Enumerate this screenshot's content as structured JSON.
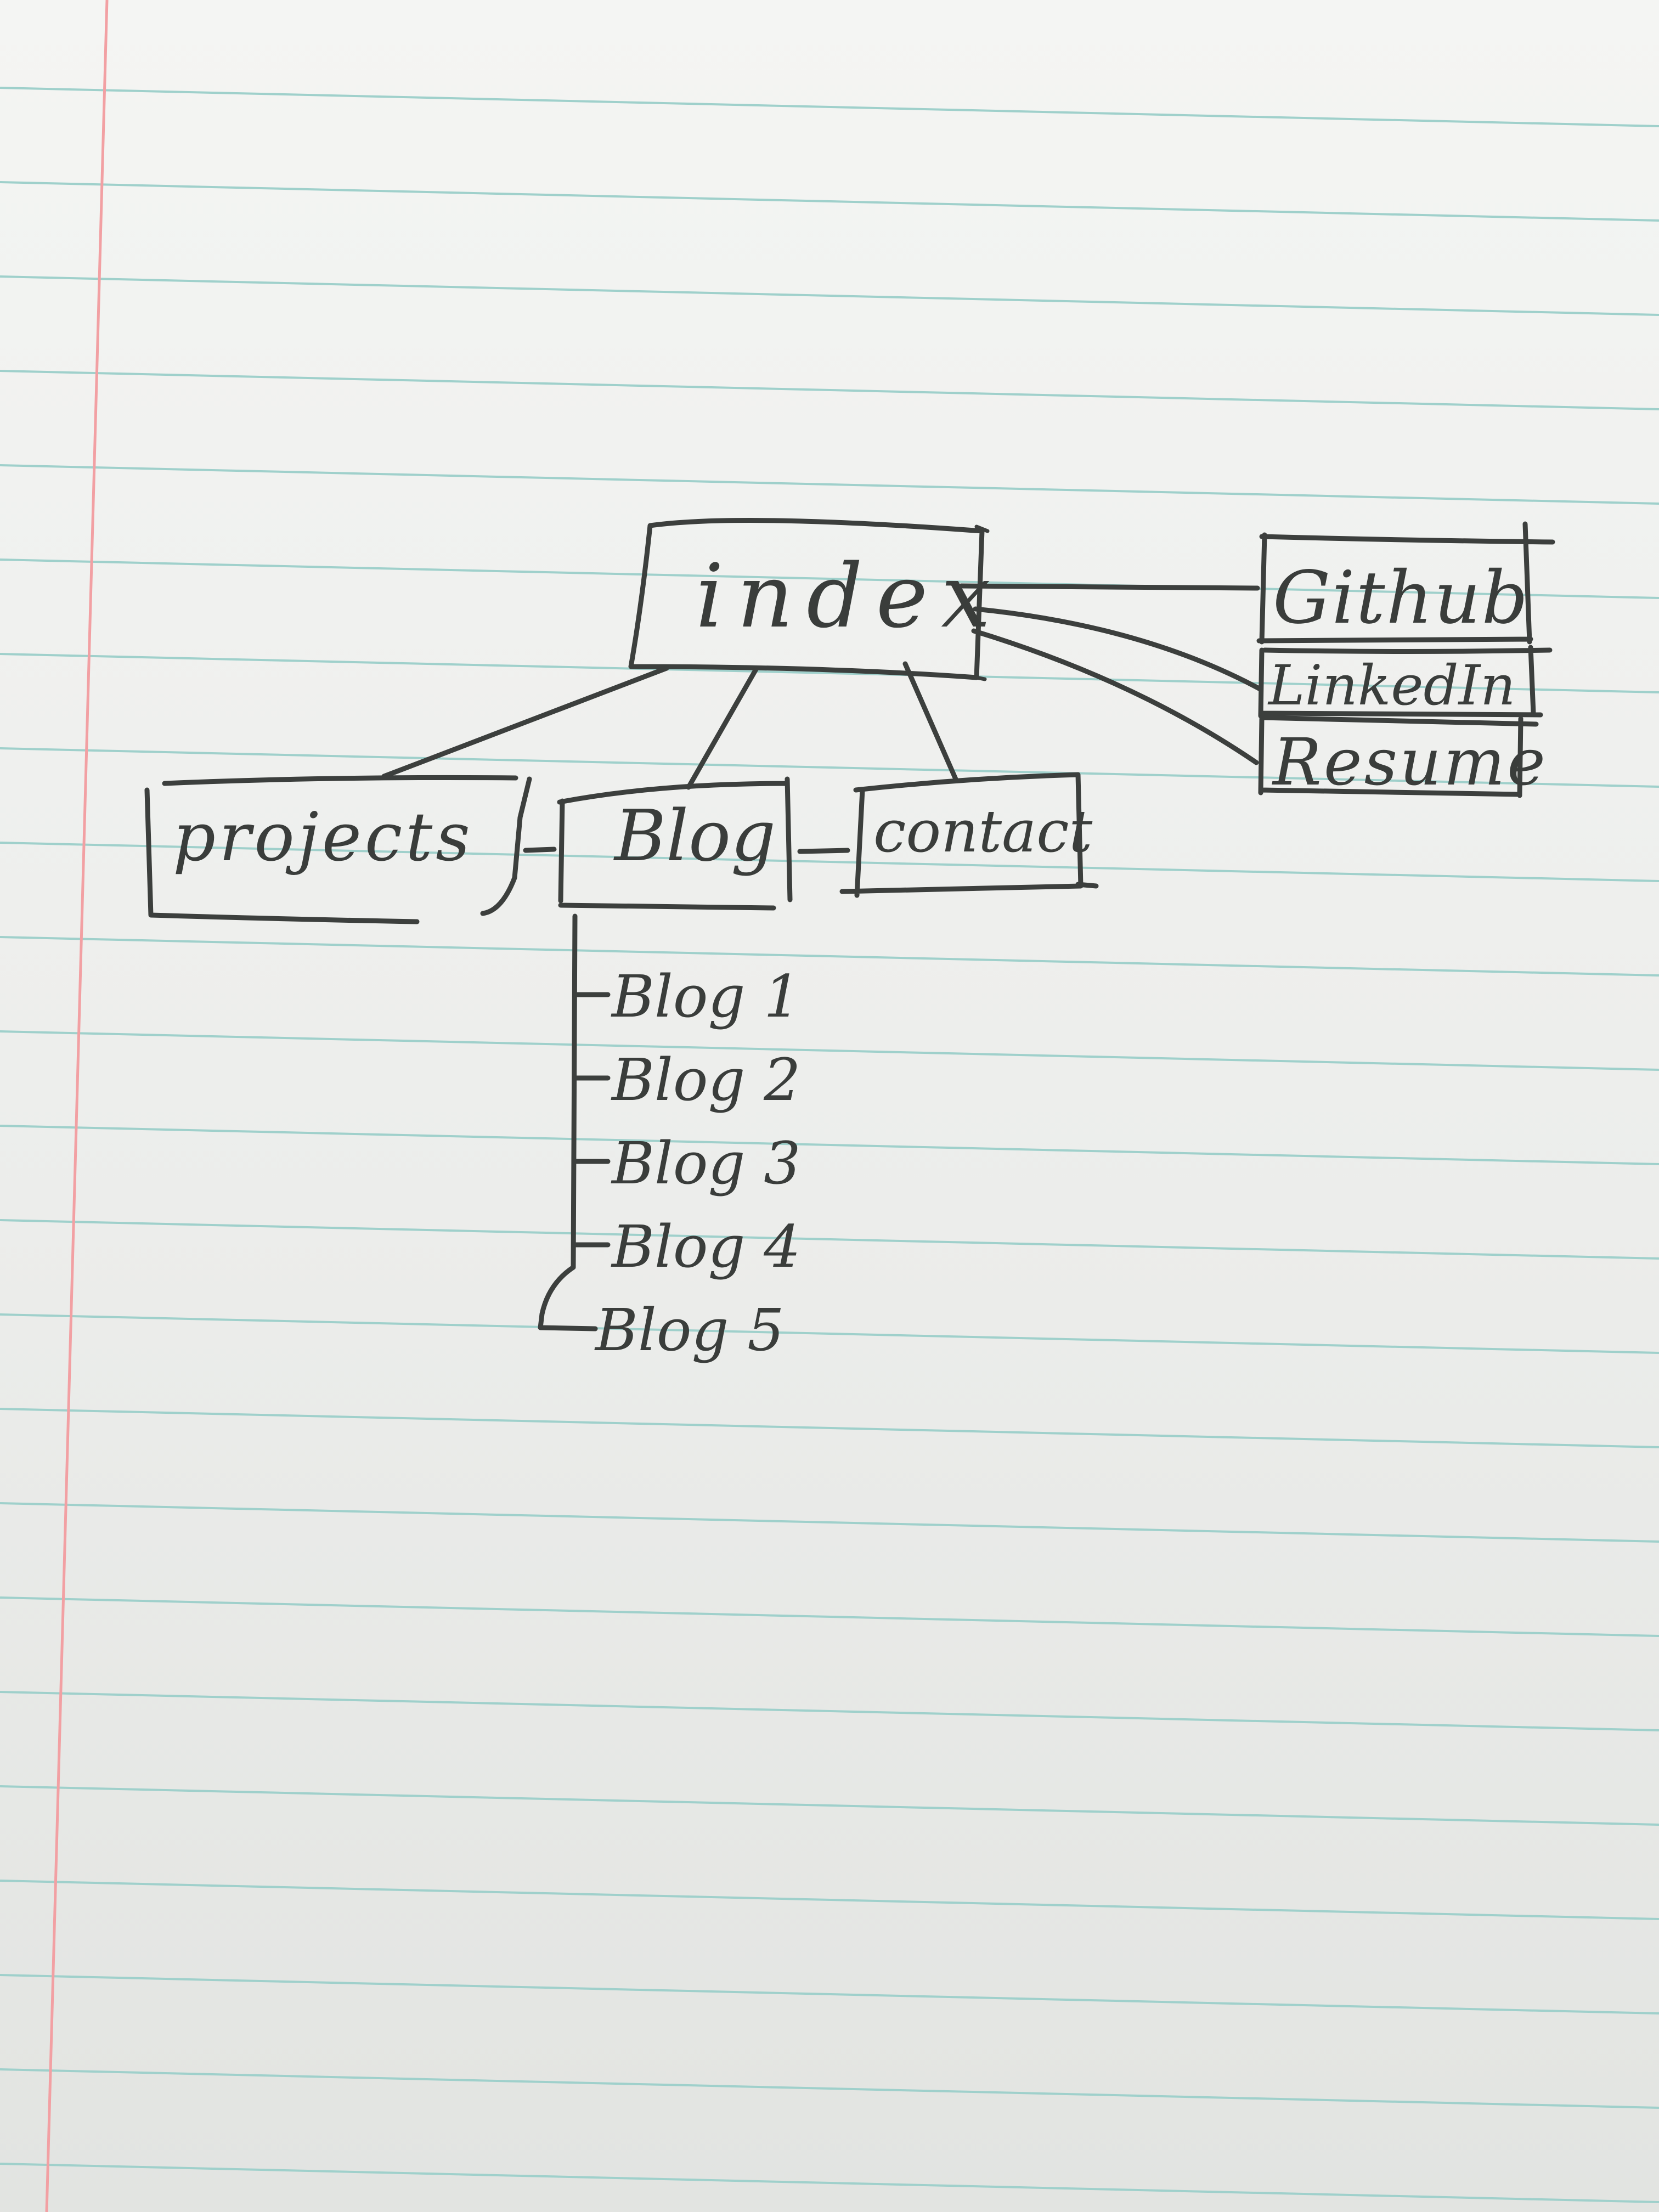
{
  "diagram": {
    "root": {
      "label": "index"
    },
    "pages": [
      {
        "key": "projects",
        "label": "projects"
      },
      {
        "key": "blog",
        "label": "Blog"
      },
      {
        "key": "contact",
        "label": "contact"
      }
    ],
    "external_links": [
      {
        "key": "github",
        "label": "Github"
      },
      {
        "key": "linkedin",
        "label": "LinkedIn"
      },
      {
        "key": "resume",
        "label": "Resume"
      }
    ],
    "blog_posts": [
      "Blog 1",
      "Blog 2",
      "Blog 3",
      "Blog 4",
      "Blog 5"
    ]
  },
  "colors": {
    "ink": "#3c3f3d",
    "paper": "#f0f1ef",
    "rule_lines": "#9fd0cb",
    "margin_line": "#f2a0a3"
  }
}
